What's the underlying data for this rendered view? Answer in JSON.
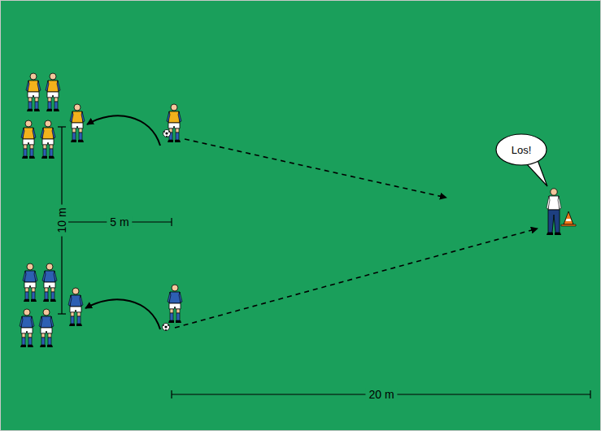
{
  "diagram": {
    "nodes": [
      {
        "text": [
          "Los!"
        ]
      }
    ],
    "labels": [
      "10 m",
      "5 m",
      "20 m"
    ]
  }
}
